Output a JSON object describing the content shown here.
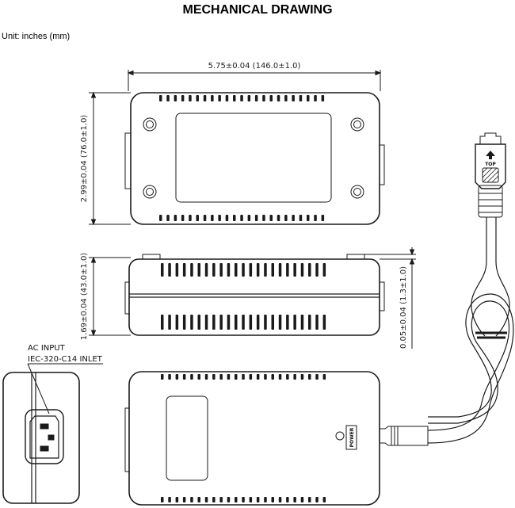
{
  "header": {
    "title": "MECHANICAL DRAWING",
    "unit": "Unit: inches (mm)"
  },
  "dimensions": {
    "length": "5.75±0.04 (146.0±1.0)",
    "width": "2.99±0.04 (76.0±1.0)",
    "height": "1.69±0.04 (43.0±1.0)",
    "foot": "0.05±0.04 (1.3±1.0)"
  },
  "labels": {
    "ac_input": "AC INPUT",
    "inlet": "IEC-320-C14 INLET",
    "power": "POWER",
    "top": "TOP"
  },
  "colors": {
    "line": "#1a1a1a",
    "background": "#ffffff"
  }
}
